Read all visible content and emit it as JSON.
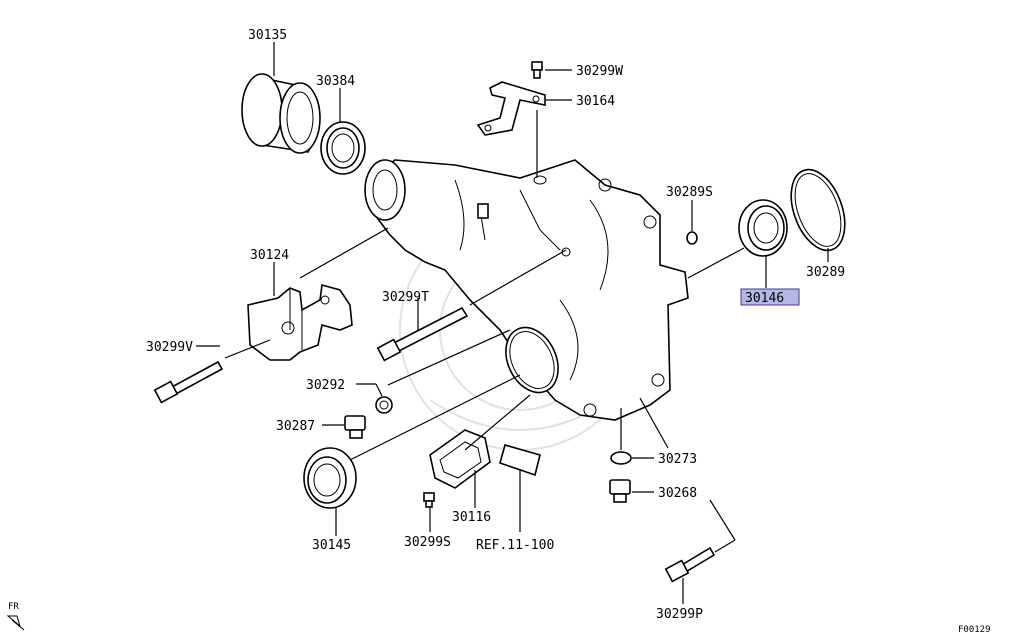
{
  "parts": {
    "p30135": "30135",
    "p30384": "30384",
    "p30299W": "30299W",
    "p30164": "30164",
    "p30289S": "30289S",
    "p30289": "30289",
    "p30146": "30146",
    "p30124": "30124",
    "p30299T": "30299T",
    "p30299V": "30299V",
    "p30292": "30292",
    "p30287": "30287",
    "p30273": "30273",
    "p30268": "30268",
    "p30116": "30116",
    "p30145": "30145",
    "p30299S": "30299S",
    "ref": "REF.11-100",
    "p30299P": "30299P"
  },
  "direction": "FR",
  "figure_code": "F00129",
  "highlighted_part": "30146",
  "colors": {
    "highlight": "#b4b8e6",
    "line": "#000000"
  }
}
